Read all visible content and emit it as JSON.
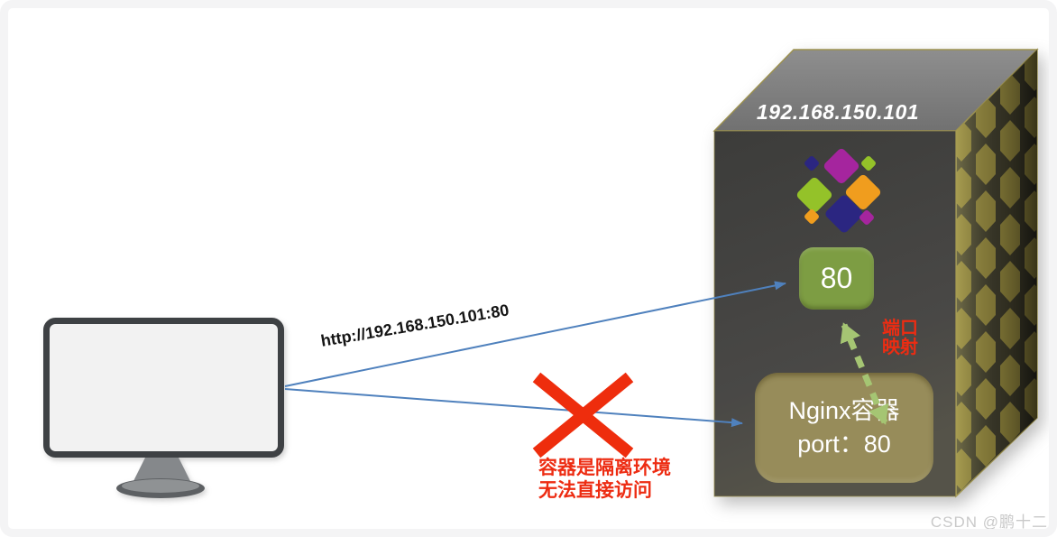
{
  "colors": {
    "accent-blue": "#4f81bd",
    "red-x": "#ee2d0d",
    "red-text": "#ed2c12",
    "green-box": "#7d9d43",
    "nginx-box": "#978c5a",
    "arrow-green": "#a5c573",
    "logo-magenta": "#a5259e",
    "logo-green": "#94c229",
    "logo-orange": "#f09d1e",
    "logo-navy": "#2b2681",
    "edge-tan": "#9c914f",
    "hex-olive": "#8a7f3c",
    "watermark-gray": "#c9c9c9"
  },
  "host": {
    "ip_label": "192.168.150.101",
    "port_box_label": "80",
    "nginx_container_label": "Nginx容器\nport：80"
  },
  "annotations": {
    "request_url": "http://192.168.150.101:80",
    "port_mapping": "端口\n映射",
    "isolation_note": "容器是隔离环境\n无法直接访问"
  },
  "watermark": "CSDN @鹏十二"
}
